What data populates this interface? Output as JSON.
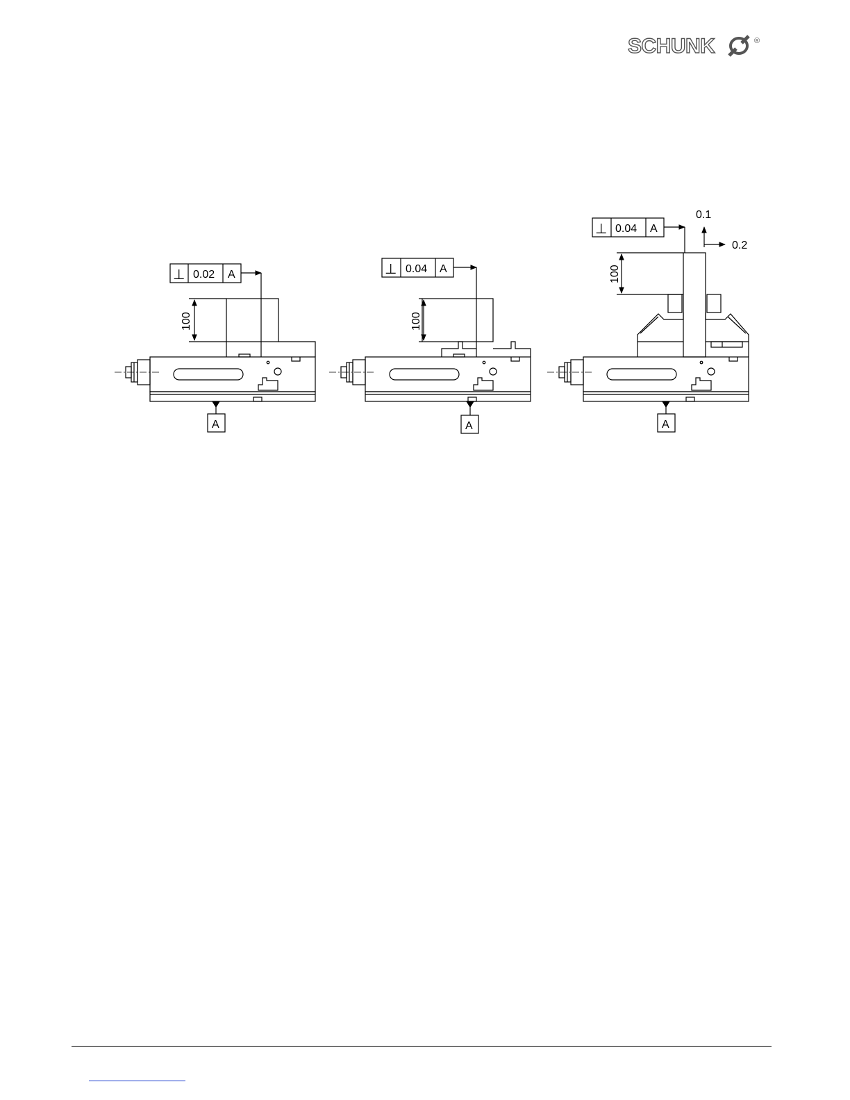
{
  "logo": {
    "wordmark": "SCHUNK",
    "registered": "®"
  },
  "views": [
    {
      "tolerance_symbol": "⊥",
      "tolerance_value": "0.02",
      "datum_ref": "A",
      "height_dim": "100",
      "datum_label": "A"
    },
    {
      "tolerance_symbol": "⊥",
      "tolerance_value": "0.04",
      "datum_ref": "A",
      "height_dim": "100",
      "datum_label": "A"
    },
    {
      "tolerance_symbol": "⊥",
      "tolerance_value": "0.04",
      "datum_ref": "A",
      "height_dim": "100",
      "datum_label": "A",
      "deviation_vertical": "0.1",
      "deviation_horizontal": "0.2"
    }
  ],
  "colors": {
    "line": "#000000",
    "link": "#1a3ccf"
  }
}
